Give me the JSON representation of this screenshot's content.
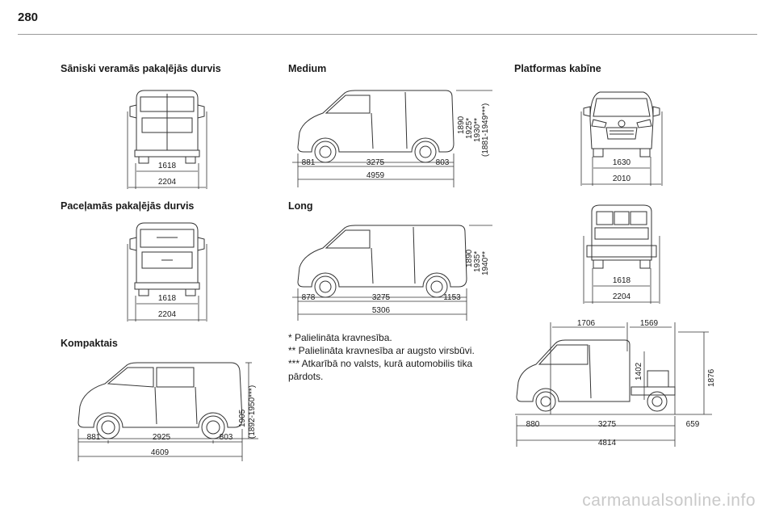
{
  "page": {
    "number": "280"
  },
  "headings": {
    "side_doors": "Sāniski veramās pakaļējās durvis",
    "tailgate": "Paceļamās pakaļējās durvis",
    "compact": "Kompaktais",
    "medium": "Medium",
    "long": "Long",
    "platform": "Platformas kabīne"
  },
  "dims": {
    "side_doors": {
      "track": "1618",
      "width": "2204"
    },
    "tailgate": {
      "track": "1618",
      "width": "2204"
    },
    "compact": {
      "front": "881",
      "wheelbase": "2925",
      "rear": "803",
      "length": "4609",
      "height": "1905",
      "height2": "(1892-1950***)"
    },
    "medium": {
      "front": "881",
      "wheelbase": "3275",
      "rear": "803",
      "length": "4959",
      "h1": "1890",
      "h2": "1925*",
      "h3": "1930**",
      "h4": "(1881-1949***)"
    },
    "long": {
      "front": "878",
      "wheelbase": "3275",
      "rear": "1153",
      "length": "5306",
      "h1": "1890",
      "h2": "1935*",
      "h3": "1940**"
    },
    "platform_front": {
      "track": "1630",
      "width": "2010"
    },
    "platform_rear": {
      "track": "1618",
      "width": "2204"
    },
    "platform_side": {
      "cab": "1706",
      "deck": "1569",
      "height": "1402",
      "total_height": "1876",
      "front": "880",
      "wheelbase": "3275",
      "rear": "659",
      "length": "4814"
    }
  },
  "notes": [
    "* Palielināta kravnesība.",
    "** Palielināta kravnesība ar augsto virsbūvi.",
    "*** Atkarībā no valsts, kurā automobilis tika",
    "pārdots."
  ],
  "watermark": "carmanualsonline.info"
}
